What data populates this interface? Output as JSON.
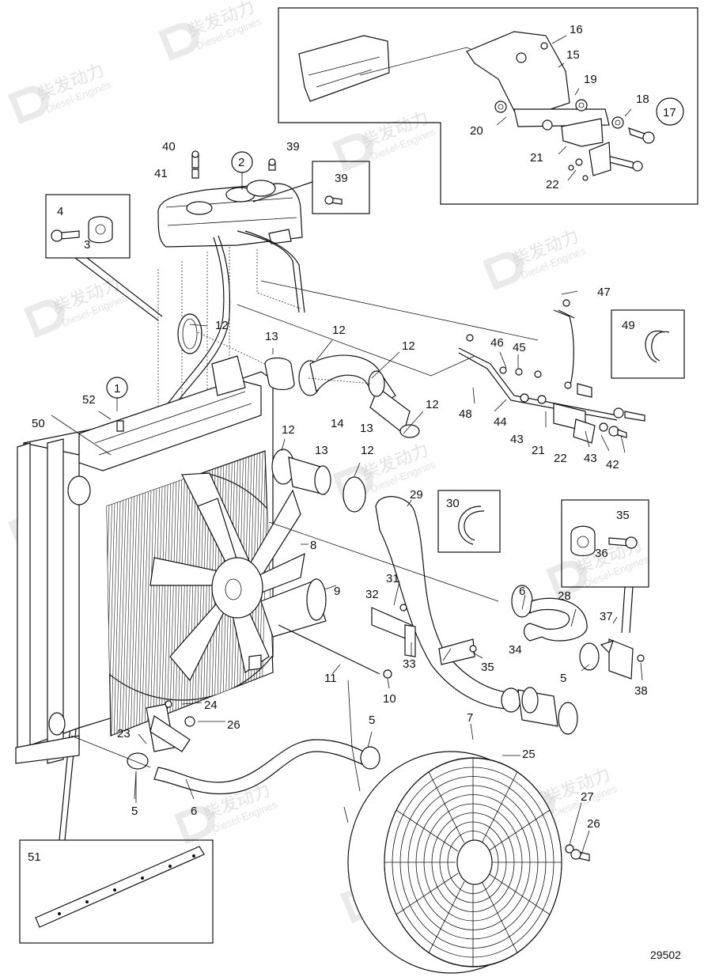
{
  "drawing_number": "29502",
  "watermark": {
    "chinese": "柴发动力",
    "english": "Diesel-Engines"
  },
  "part_labels": [
    {
      "id": "16",
      "text": "16"
    },
    {
      "id": "15",
      "text": "15"
    },
    {
      "id": "19",
      "text": "19"
    },
    {
      "id": "18",
      "text": "18"
    },
    {
      "id": "17",
      "text": "17",
      "circled": true
    },
    {
      "id": "20",
      "text": "20"
    },
    {
      "id": "21a",
      "text": "21"
    },
    {
      "id": "22a",
      "text": "22"
    },
    {
      "id": "40",
      "text": "40"
    },
    {
      "id": "39a",
      "text": "39"
    },
    {
      "id": "41",
      "text": "41"
    },
    {
      "id": "2",
      "text": "2",
      "circled": true
    },
    {
      "id": "39b",
      "text": "39"
    },
    {
      "id": "4",
      "text": "4"
    },
    {
      "id": "3",
      "text": "3"
    },
    {
      "id": "47",
      "text": "47"
    },
    {
      "id": "49",
      "text": "49"
    },
    {
      "id": "12a",
      "text": "12"
    },
    {
      "id": "12b",
      "text": "12"
    },
    {
      "id": "12c",
      "text": "12"
    },
    {
      "id": "12d",
      "text": "12"
    },
    {
      "id": "12e",
      "text": "12"
    },
    {
      "id": "12f",
      "text": "12"
    },
    {
      "id": "13a",
      "text": "13"
    },
    {
      "id": "13b",
      "text": "13"
    },
    {
      "id": "13c",
      "text": "13"
    },
    {
      "id": "14",
      "text": "14"
    },
    {
      "id": "46",
      "text": "46"
    },
    {
      "id": "45",
      "text": "45"
    },
    {
      "id": "1",
      "text": "1",
      "circled": true
    },
    {
      "id": "52",
      "text": "52"
    },
    {
      "id": "50",
      "text": "50"
    },
    {
      "id": "48",
      "text": "48"
    },
    {
      "id": "44",
      "text": "44"
    },
    {
      "id": "43a",
      "text": "43"
    },
    {
      "id": "21b",
      "text": "21"
    },
    {
      "id": "22b",
      "text": "22"
    },
    {
      "id": "43b",
      "text": "43"
    },
    {
      "id": "42",
      "text": "42"
    },
    {
      "id": "29",
      "text": "29"
    },
    {
      "id": "30",
      "text": "30"
    },
    {
      "id": "35a",
      "text": "35"
    },
    {
      "id": "36",
      "text": "36"
    },
    {
      "id": "8",
      "text": "8"
    },
    {
      "id": "6a",
      "text": "6"
    },
    {
      "id": "9",
      "text": "9"
    },
    {
      "id": "31",
      "text": "31"
    },
    {
      "id": "32",
      "text": "32"
    },
    {
      "id": "28",
      "text": "28"
    },
    {
      "id": "37",
      "text": "37"
    },
    {
      "id": "34",
      "text": "34"
    },
    {
      "id": "33",
      "text": "33"
    },
    {
      "id": "35b",
      "text": "35"
    },
    {
      "id": "5a",
      "text": "5"
    },
    {
      "id": "38",
      "text": "38"
    },
    {
      "id": "11",
      "text": "11"
    },
    {
      "id": "10",
      "text": "10"
    },
    {
      "id": "24",
      "text": "24"
    },
    {
      "id": "26a",
      "text": "26"
    },
    {
      "id": "23",
      "text": "23"
    },
    {
      "id": "5b",
      "text": "5"
    },
    {
      "id": "7",
      "text": "7"
    },
    {
      "id": "25",
      "text": "25"
    },
    {
      "id": "5c",
      "text": "5"
    },
    {
      "id": "6b",
      "text": "6"
    },
    {
      "id": "27",
      "text": "27"
    },
    {
      "id": "26b",
      "text": "26"
    },
    {
      "id": "51",
      "text": "51"
    }
  ]
}
